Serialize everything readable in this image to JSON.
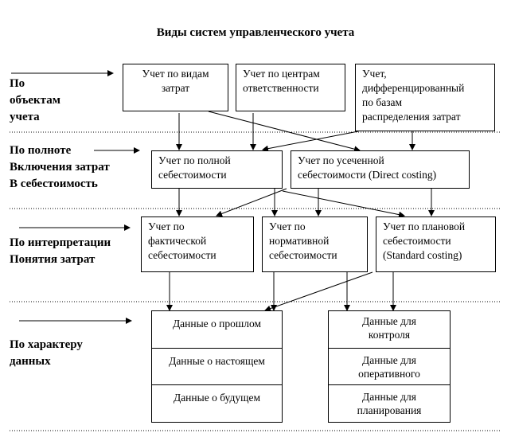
{
  "title": "Виды систем управленческого учета",
  "side_labels": {
    "objects": [
      "По",
      "объектам",
      "учета"
    ],
    "completeness": [
      "По полноте",
      "Включения затрат",
      "В себестоимость"
    ],
    "interpretation": [
      "По интерпретации",
      "Понятия затрат"
    ],
    "data_nature": [
      "По характеру",
      "данных"
    ]
  },
  "boxes": {
    "by_cost_types": [
      "Учет по видам",
      "затрат"
    ],
    "by_responsibility_centers": [
      "Учет по центрам",
      "ответственности"
    ],
    "differentiated": [
      "Учет,",
      "дифференцированный",
      "по базам",
      "распределения затрат"
    ],
    "full_cost": [
      "Учет по полной",
      "себестоимости"
    ],
    "direct_costing": [
      "Учет по усеченной",
      "себестоимости (Direct costing)"
    ],
    "actual_cost": [
      "Учет по",
      "фактической",
      "себестоимости"
    ],
    "normative_cost": [
      "Учет по",
      "нормативной",
      "себестоимости"
    ],
    "standard_costing": [
      "Учет по плановой",
      "себестоимости",
      "(Standard costing)"
    ]
  },
  "data_left": [
    "Данные о прошлом",
    "Данные о настоящем",
    "Данные о будущем"
  ],
  "data_right": [
    [
      "Данные для",
      "контроля"
    ],
    [
      "Данные для",
      "оперативного"
    ],
    [
      "Данные для",
      "планирования"
    ]
  ]
}
